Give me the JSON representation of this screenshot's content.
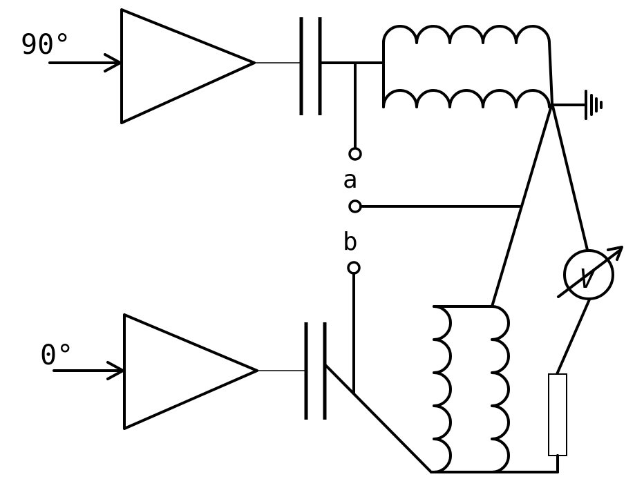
{
  "labels": {
    "input_top": "90°",
    "input_bottom": "0°",
    "terminal_a": "a",
    "terminal_b": "b",
    "meter_symbol": "V"
  },
  "colors": {
    "ink": "#000000",
    "background": "#ffffff"
  }
}
